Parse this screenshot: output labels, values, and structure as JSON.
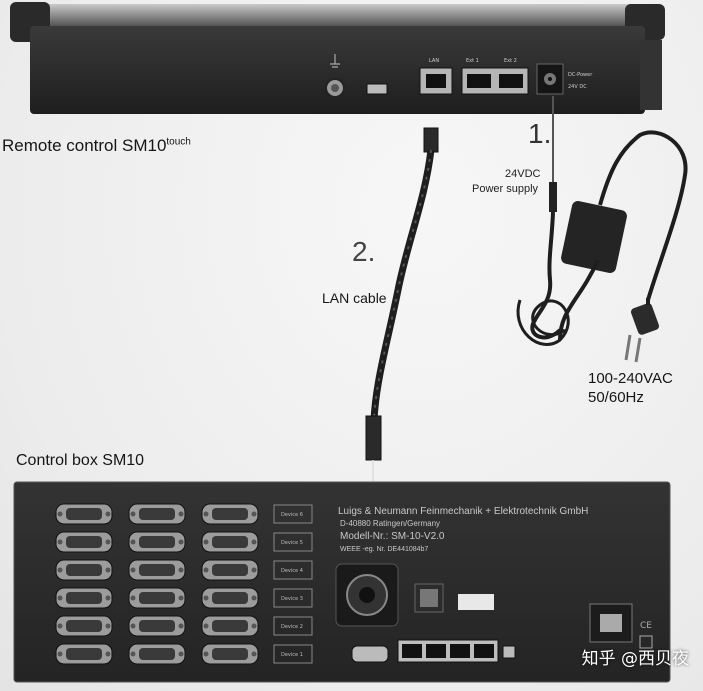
{
  "remote": {
    "title": "Remote control SM10",
    "superscript": "touch",
    "ports": {
      "lan": "LAN",
      "ext1": "Ext 1",
      "ext2": "Ext 2",
      "dc": "DC-Power",
      "dc_voltage": "24V DC"
    }
  },
  "steps": {
    "step1": {
      "number": "1.",
      "label_line1": "24VDC",
      "label_line2": "Power supply"
    },
    "step2": {
      "number": "2.",
      "label": "LAN cable"
    }
  },
  "power": {
    "line1": "100-240VAC",
    "line2": "50/60Hz"
  },
  "control_box": {
    "title": "Control box SM10",
    "brand_line1": "Luigs & Neumann Feinmechanik + Elektrotechnik GmbH",
    "brand_line2": "D-40880 Ratingen/Germany",
    "model": "Modell-Nr.: SM-10-V2.0",
    "weee": "WEEE -eg. Nr. DE441084b7",
    "devices": [
      "Device 6",
      "Device 5",
      "Device 4",
      "Device 3",
      "Device 2",
      "Device 1"
    ]
  },
  "watermark": "知乎 @西贝夜",
  "colors": {
    "device_body": "#2a2a2a",
    "background": "#efefef",
    "cable": "#1e1e1e"
  }
}
